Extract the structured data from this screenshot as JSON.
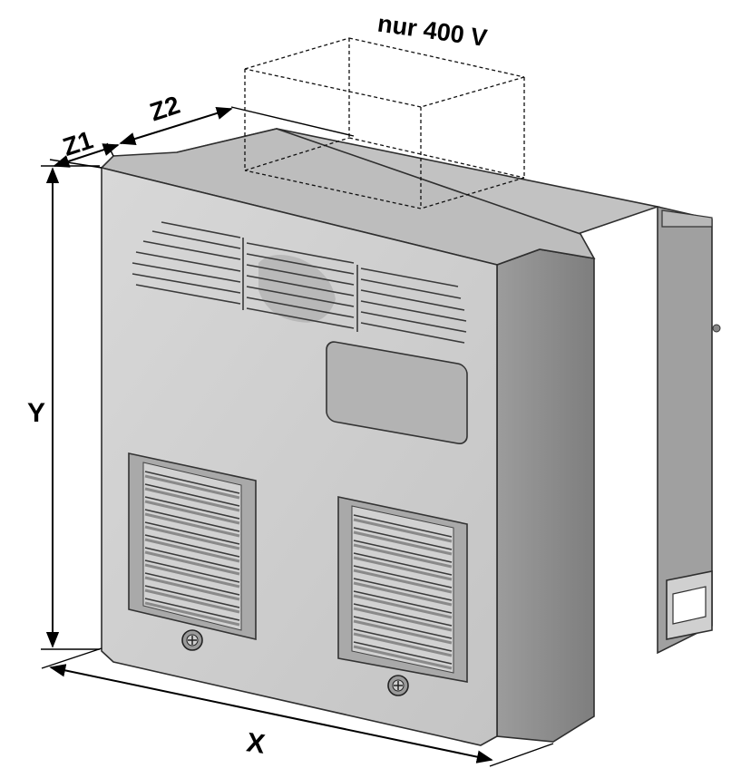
{
  "labels": {
    "x": "X",
    "y": "Y",
    "z1": "Z1",
    "z2": "Z2",
    "voltage_note": "nur 400 V"
  },
  "colors": {
    "front_panel": "#cfcfcf",
    "side_panel": "#8f8f8f",
    "top_panel": "#b5b5b5",
    "rear_box_side": "#9a9a9a",
    "rear_box_top": "#c2c2c2",
    "outline": "#2e2e2e"
  }
}
